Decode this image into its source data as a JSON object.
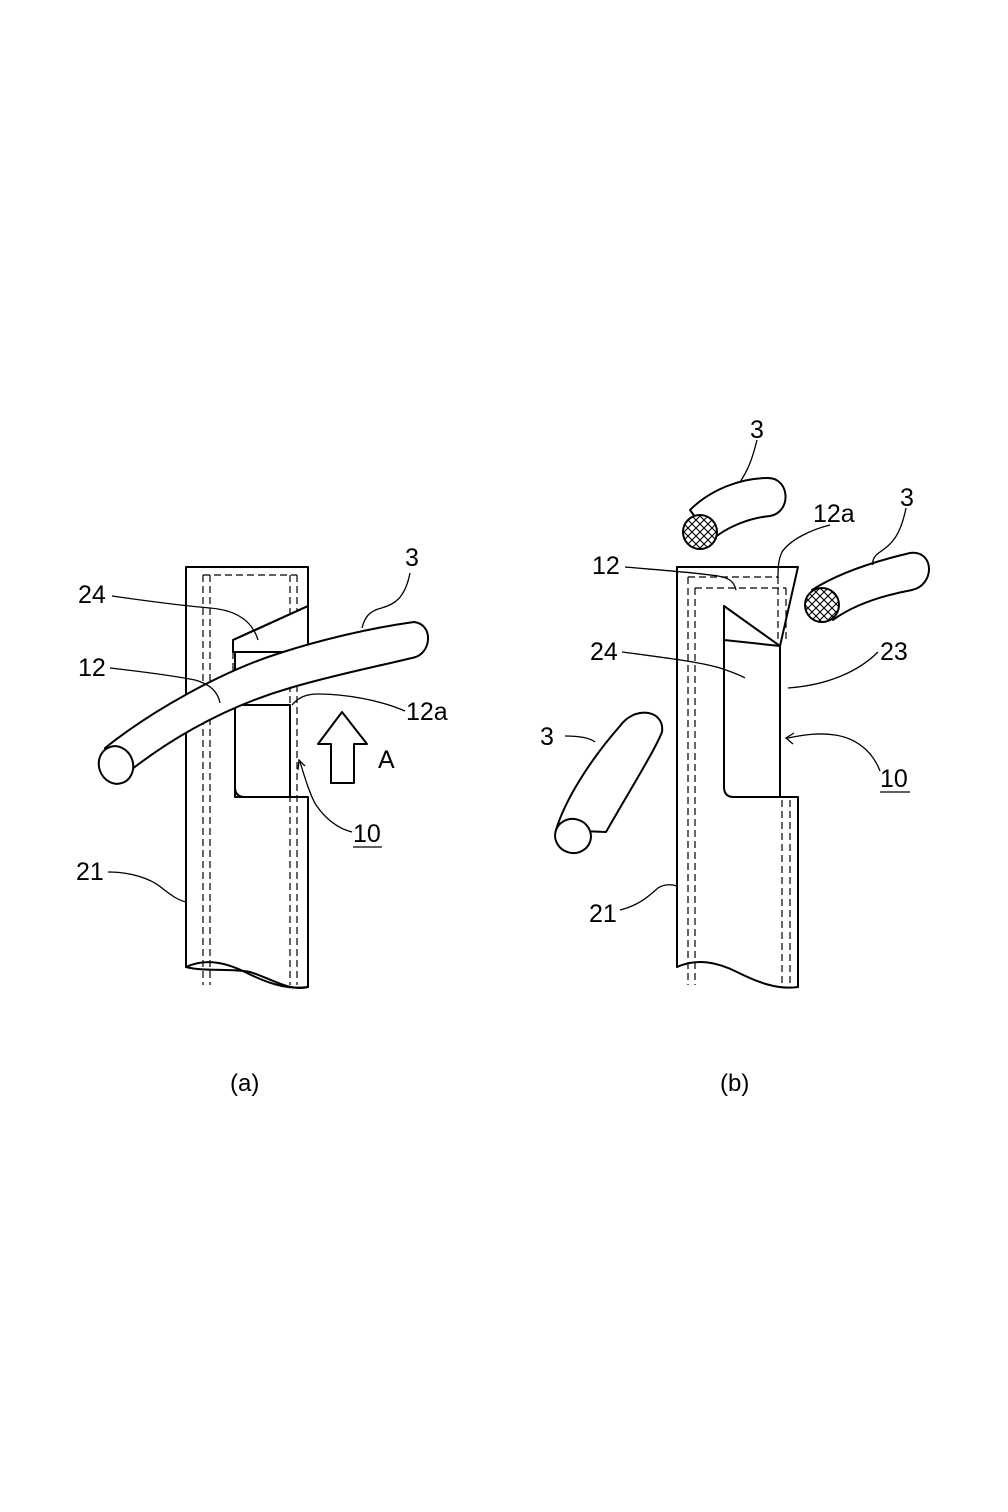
{
  "figure_a": {
    "caption": "(a)",
    "labels": {
      "wire": "3",
      "claw": "24",
      "edge": "12",
      "edge_end": "12a",
      "direction": "A",
      "assembly": "10",
      "plate": "21"
    }
  },
  "figure_b": {
    "caption": "(b)",
    "labels": {
      "wire_top": "3",
      "wire_right": "3",
      "wire_left": "3",
      "edge_end": "12a",
      "edge": "12",
      "claw": "24",
      "gap": "23",
      "assembly": "10",
      "plate": "21"
    }
  }
}
